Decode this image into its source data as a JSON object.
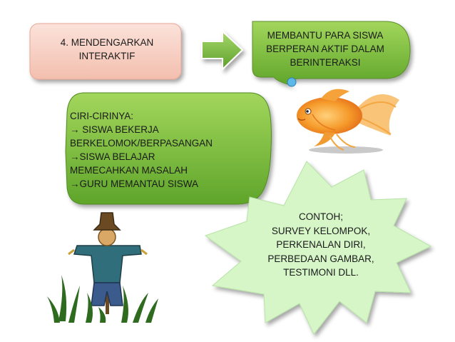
{
  "boxes": {
    "topic": {
      "lines": [
        "4. MENDENGARKAN",
        "INTERAKTIF"
      ],
      "fill": "#f7cfc2"
    },
    "goal": {
      "lines": [
        "MEMBANTU PARA SISWA",
        "BERPERAN AKTIF DALAM",
        "BERINTERAKSI"
      ],
      "fill": "#86c440"
    },
    "features": {
      "lines": [
        "CIRI-CIRINYA:",
        "→ SISWA BEKERJA",
        "BERKELOMOK/BERPASANGAN",
        "→SISWA BELAJAR",
        "MEMECAHKAN MASALAH",
        "→GURU MEMANTAU SISWA"
      ],
      "fill": "#7cbf34"
    },
    "example": {
      "lines": [
        "CONTOH;",
        "SURVEY KELOMPOK,",
        "PERKENALAN DIRI,",
        "PERBEDAAN GAMBAR,",
        "TESTIMONI DLL."
      ],
      "fill": "#d6f6c8"
    }
  },
  "colors": {
    "arrow": "#7fc241",
    "bubble_drop": "#5bb8e8",
    "fish": "#f28a1e",
    "grass": "#2e6b1f"
  },
  "icons": [
    "right-arrow-icon",
    "goldfish-icon",
    "scarecrow-icon"
  ]
}
